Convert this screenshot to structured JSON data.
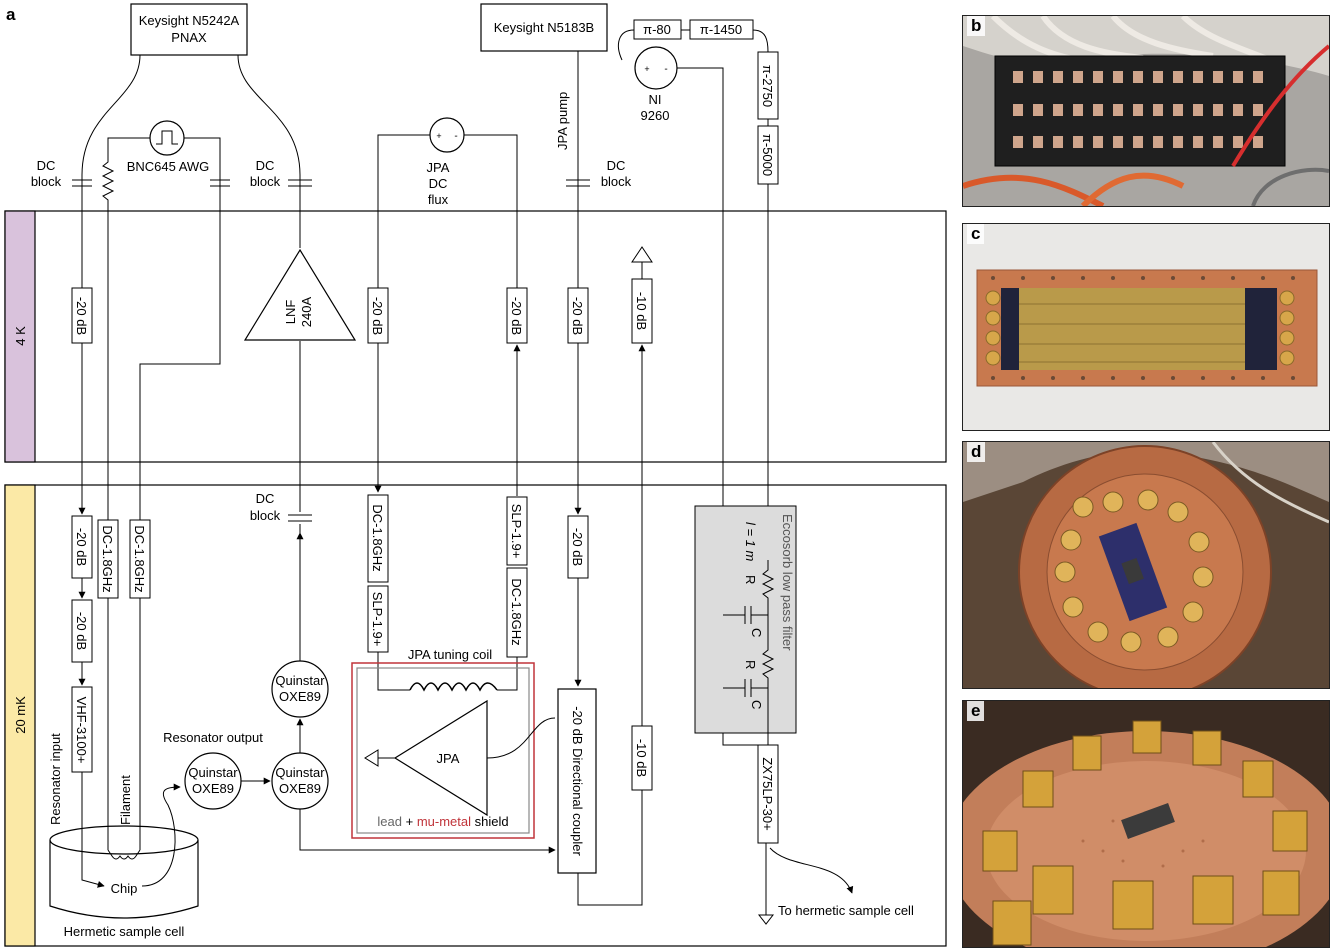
{
  "panel_labels": {
    "a": "a",
    "b": "b",
    "c": "c",
    "d": "d",
    "e": "e"
  },
  "zones": {
    "fourk": "4 K",
    "twentymk": "20 mK"
  },
  "instruments": {
    "pnax_line1": "Keysight N5242A",
    "pnax_line2": "PNAX",
    "n5183b": "Keysight N5183B",
    "ni9260": "NI",
    "ni9260_model": "9260",
    "awg": "BNC645 AWG",
    "jpa_dc_flux_line1": "JPA",
    "jpa_dc_flux_line2": "DC",
    "jpa_dc_flux_line3": "flux",
    "jpa_pump": "JPA pump"
  },
  "dc_block": {
    "line1": "DC",
    "line2": "block"
  },
  "filters": {
    "pi80": "π-80",
    "pi1450": "π-1450",
    "pi2750": "π-2750",
    "pi5000": "π-5000",
    "zx75": "ZX75LP-30+",
    "vhf": "VHF-3100+",
    "dc18": "DC-1.8GHz",
    "slp19": "SLP-1.9+"
  },
  "attenuators": {
    "m20": "-20 dB",
    "m10": "-10 dB"
  },
  "amplifiers": {
    "lnf_line1": "LNF",
    "lnf_line2": "240A",
    "quinstar_line1": "Quinstar",
    "quinstar_line2": "OXE89",
    "jpa": "JPA"
  },
  "labels": {
    "jpa_tuning_coil": "JPA tuning coil",
    "shield_lead": "lead",
    "shield_plus": " + ",
    "shield_mumetal": "mu-metal",
    "shield_word": " shield",
    "directional_coupler": "-20 dB Directional coupler",
    "resonator_output": "Resonator output",
    "resonator_input": "Resonator input",
    "filament": "Filament",
    "chip": "Chip",
    "hermetic_cell": "Hermetic sample cell",
    "to_hermetic": "To hermetic sample cell",
    "eccosorb": "Eccosorb low pass filter",
    "length": "l = 1 m",
    "R": "R",
    "C": "C"
  },
  "colors": {
    "fourk_band": "#d9c2dc",
    "twentymk_band": "#fbe9a6",
    "shield_red": "#c0343a",
    "eccosorb_fill": "#dcdcdc",
    "copper": "#c8794e"
  }
}
